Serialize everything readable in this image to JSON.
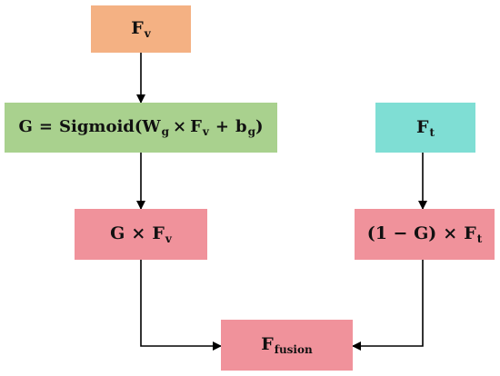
{
  "nodes": {
    "fv": {
      "main": "F",
      "sub": "v"
    },
    "gate": {
      "prefix": "G",
      "eq": "=",
      "func": "Sigmoid(W",
      "wsub": "g",
      "times": "×",
      "f": "F",
      "fsub": "v",
      "plus": "+",
      "b": "b",
      "bsub": "g",
      "close": ")"
    },
    "ft": {
      "main": "F",
      "sub": "t"
    },
    "gfv": {
      "g": "G",
      "times": "×",
      "f": "F",
      "sub": "v"
    },
    "onemg": {
      "paren": "(1 − G)",
      "times": "×",
      "f": "F",
      "sub": "t"
    },
    "fusion": {
      "main": "F",
      "sub": "fusion"
    }
  },
  "colors": {
    "orange": "#f4b183",
    "green": "#a9d18e",
    "cyan": "#7fded4",
    "pink": "#f0929b",
    "arrow": "#000000"
  }
}
